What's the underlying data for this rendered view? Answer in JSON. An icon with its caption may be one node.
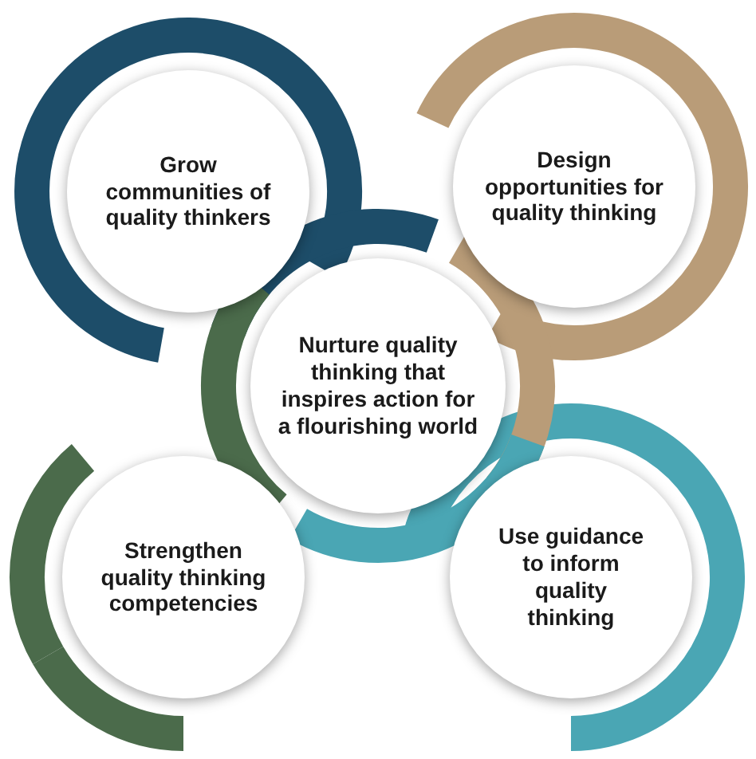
{
  "diagram": {
    "nodes": [
      {
        "text": [
          "Grow communities of quality thinkers"
        ]
      },
      {
        "text": [
          "Design opportunities for quality thinking"
        ]
      },
      {
        "text": [
          "Nurture quality thinking that inspires action for a flourishing world"
        ]
      },
      {
        "text": [
          "Strengthen quality thinking competencies"
        ]
      },
      {
        "text": [
          "Use guidance to inform quality thinking"
        ]
      }
    ]
  }
}
